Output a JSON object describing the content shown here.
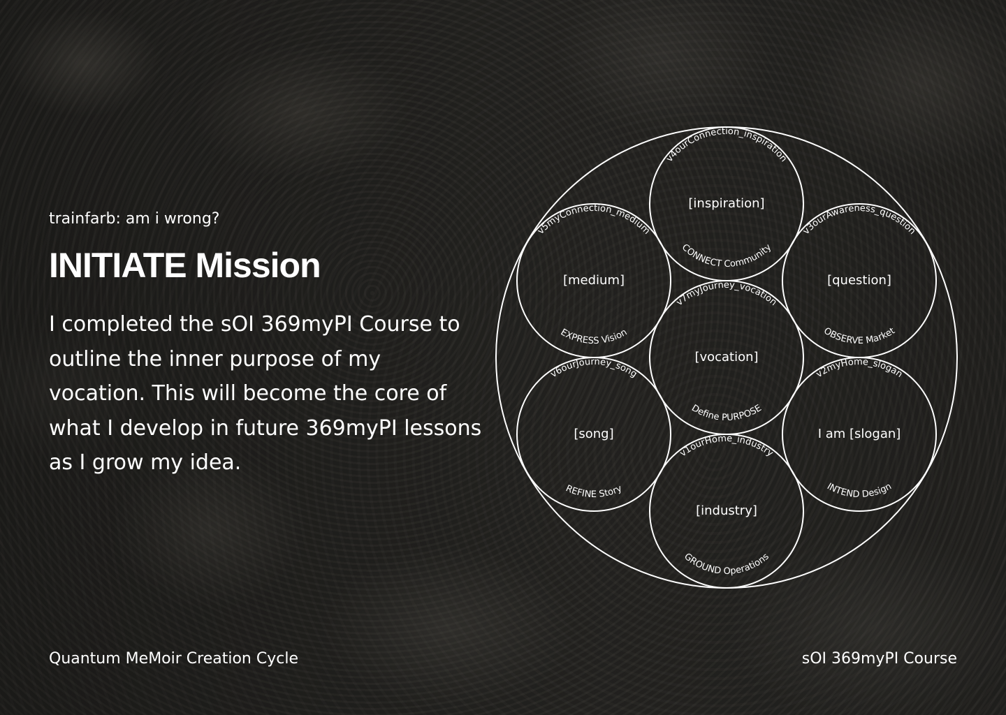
{
  "header": {
    "kicker": "trainfarb: am i wrong?",
    "title": "INITIATE Mission",
    "body": "I completed the sOI 369myPI Course to outline the inner purpose of my vocation. This will become the core of what I develop in future 369myPI lessons as I grow my idea."
  },
  "footer": {
    "left": "Quantum MeMoir Creation Cycle",
    "right": "sOI 369myPI Course"
  },
  "diagram": {
    "stroke_color": "#ffffff",
    "circles": [
      {
        "name": "inspiration",
        "label": "[inspiration]",
        "top_arc": "v4ourConnection_inspiration",
        "bottom_arc": "CONNECT Community"
      },
      {
        "name": "medium",
        "label": "[medium]",
        "top_arc": "v5myConnection_medium",
        "bottom_arc": "EXPRESS Vision"
      },
      {
        "name": "question",
        "label": "[question]",
        "top_arc": "v3ourAwareness_question",
        "bottom_arc": "OBSERVE Market"
      },
      {
        "name": "vocation",
        "label": "[vocation]",
        "top_arc": "v7myJourney_vocation",
        "bottom_arc": "Define PURPOSE"
      },
      {
        "name": "song",
        "label": "[song]",
        "top_arc": "v6ourJourney_song",
        "bottom_arc": "REFINE Story"
      },
      {
        "name": "slogan",
        "label": "I am [slogan]",
        "top_arc": "v2myHome_slogan",
        "bottom_arc": "INTEND Design"
      },
      {
        "name": "industry",
        "label": "[industry]",
        "top_arc": "v1ourHome_industry",
        "bottom_arc": "GROUND Operations"
      }
    ]
  }
}
